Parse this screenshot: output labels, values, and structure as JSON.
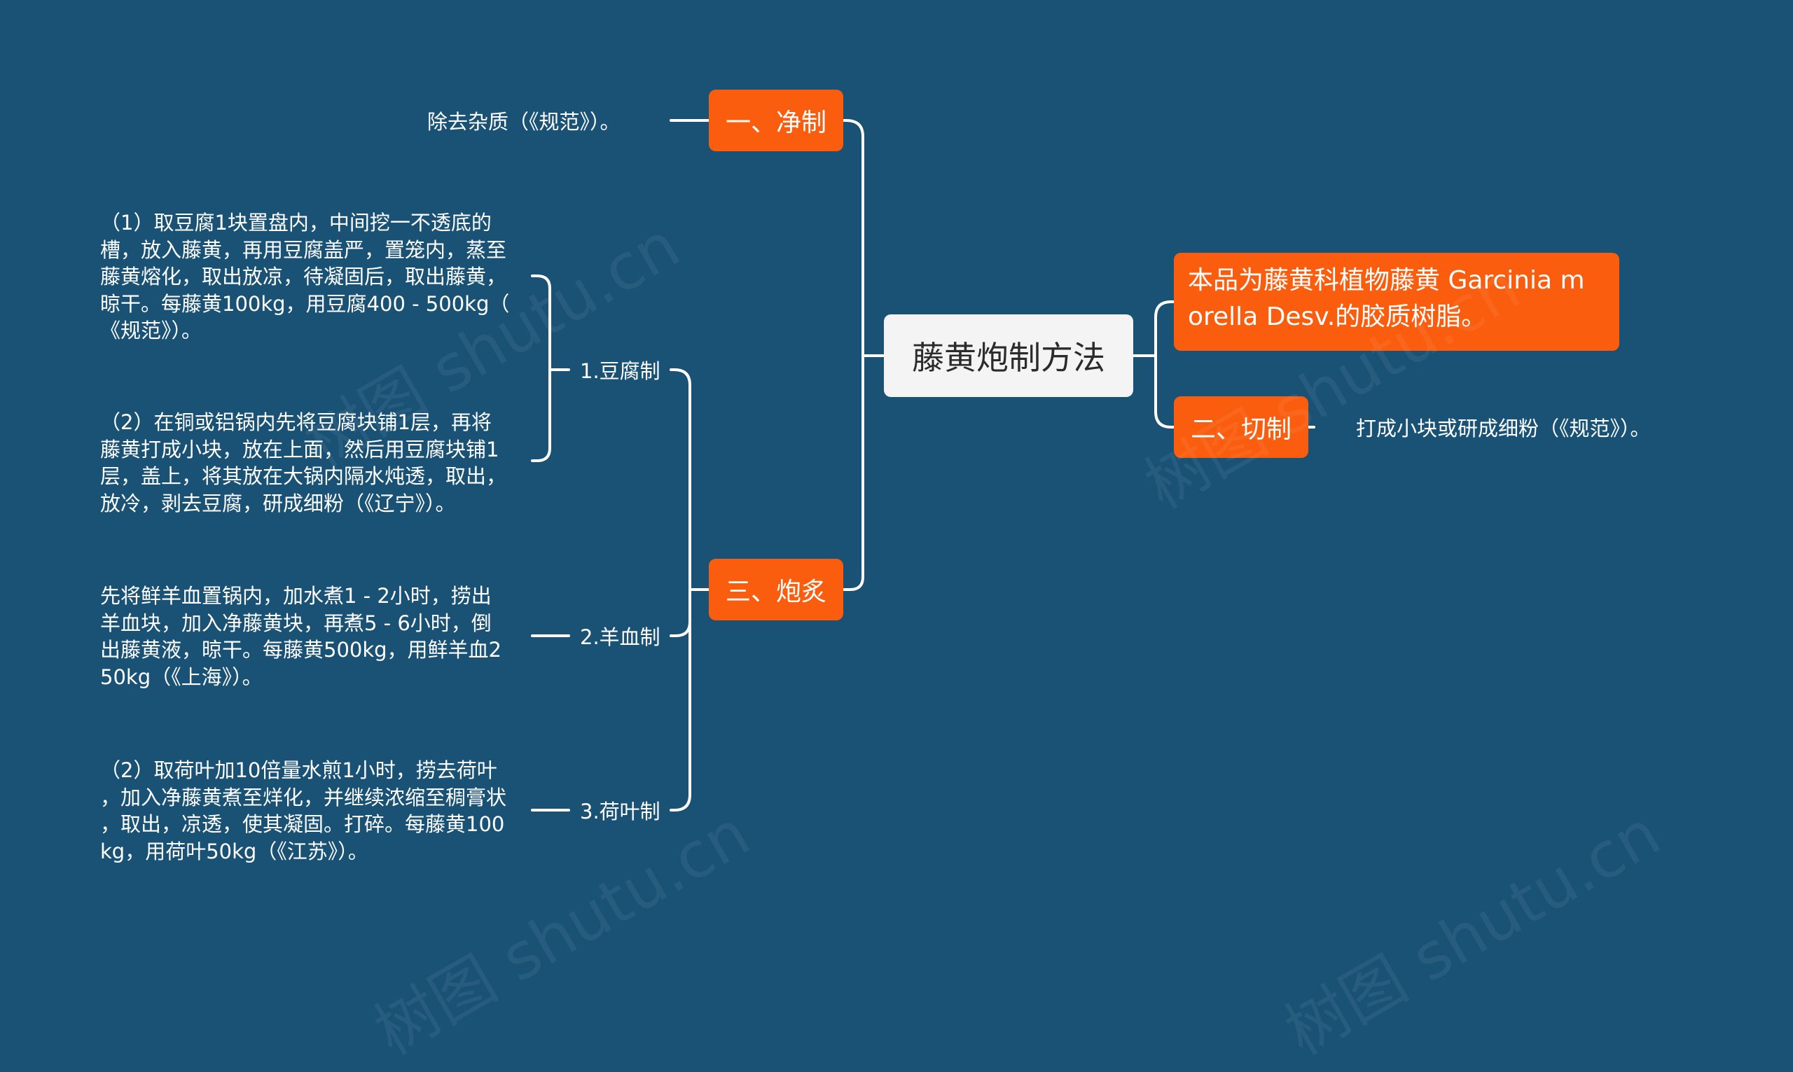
{
  "root": {
    "label": "藤黄炮制方法"
  },
  "intro": {
    "text": "本品为藤黄科植物藤黄 Garcinia m\norella Desv.的胶质树脂。"
  },
  "branches": {
    "jingzhi": {
      "label": "一、净制",
      "detail": "除去杂质（《规范》）。"
    },
    "qiezhi": {
      "label": "二、切制",
      "detail": "打成小块或研成细粉（《规范》）。"
    },
    "paozhi": {
      "label": "三、炮炙",
      "methods": {
        "doufu": {
          "label": "1.豆腐制",
          "detail1": "（1）取豆腐1块置盘内，中间挖一不透底的\n槽，放入藤黄，再用豆腐盖严，置笼内，蒸至\n藤黄熔化，取出放凉，待凝固后，取出藤黄，\n晾干。每藤黄100kg，用豆腐400 - 500kg（\n《规范》）。",
          "detail2": "（2）在铜或铝锅内先将豆腐块铺1层，再将\n藤黄打成小块，放在上面，然后用豆腐块铺1\n层，盖上，将其放在大锅内隔水炖透，取出，\n放冷，剥去豆腐，研成细粉（《辽宁》）。"
        },
        "yangxue": {
          "label": "2.羊血制",
          "detail": "先将鲜羊血置锅内，加水煮1 - 2小时，捞出\n羊血块，加入净藤黄块，再煮5 - 6小时，倒\n出藤黄液，晾干。每藤黄500kg，用鲜羊血2\n50kg（《上海》）。"
        },
        "heye": {
          "label": "3.荷叶制",
          "detail": "（2）取荷叶加10倍量水煎1小时，捞去荷叶\n，加入净藤黄煮至烊化，并继续浓缩至稠膏状\n，取出，凉透，使其凝固。打碎。每藤黄100\nkg，用荷叶50kg（《江苏》）。"
        }
      }
    }
  },
  "watermark": {
    "text": "树图 shutu.cn"
  },
  "colors": {
    "background": "#1a5276",
    "accent": "#fa5d0e",
    "root_fill": "#f4f4f4",
    "line": "#ffffff"
  }
}
